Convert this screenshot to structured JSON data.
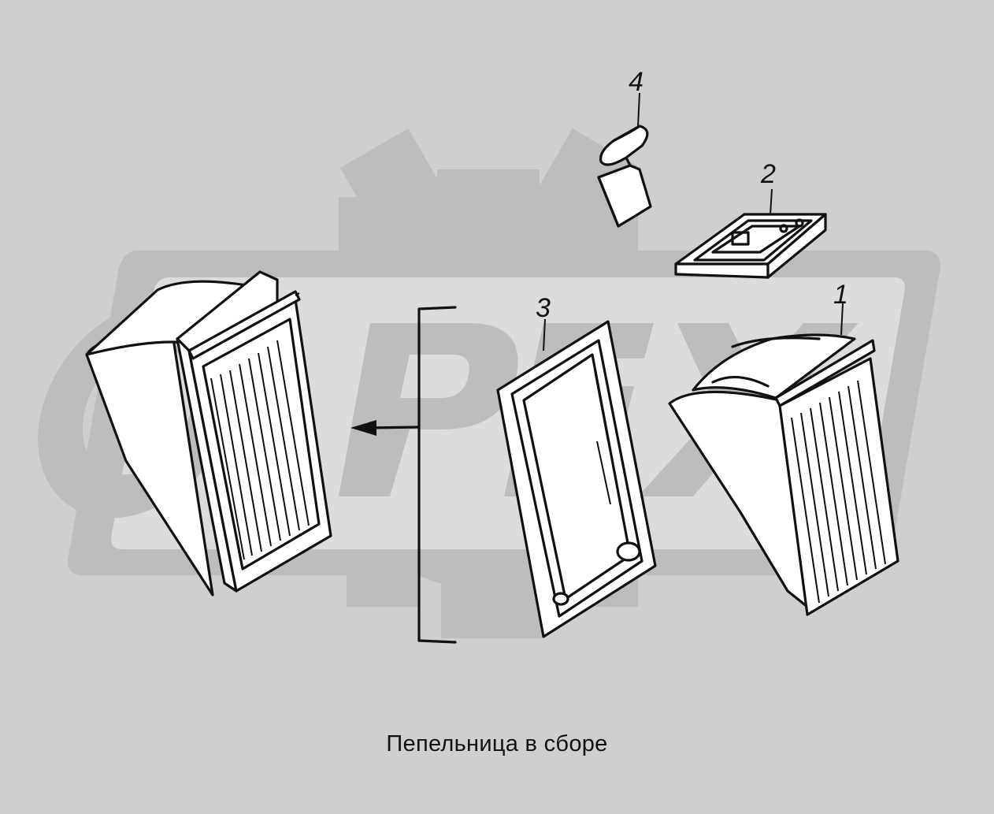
{
  "caption": "Пепельница в сборе",
  "watermark_text": "OPEX",
  "callouts": {
    "c1": "1",
    "c2": "2",
    "c3": "3",
    "c4": "4"
  },
  "colors": {
    "background": "#cfcfcf",
    "watermark": "#bdbdbd",
    "watermark_light": "#dcdcdc",
    "line": "#111111"
  }
}
